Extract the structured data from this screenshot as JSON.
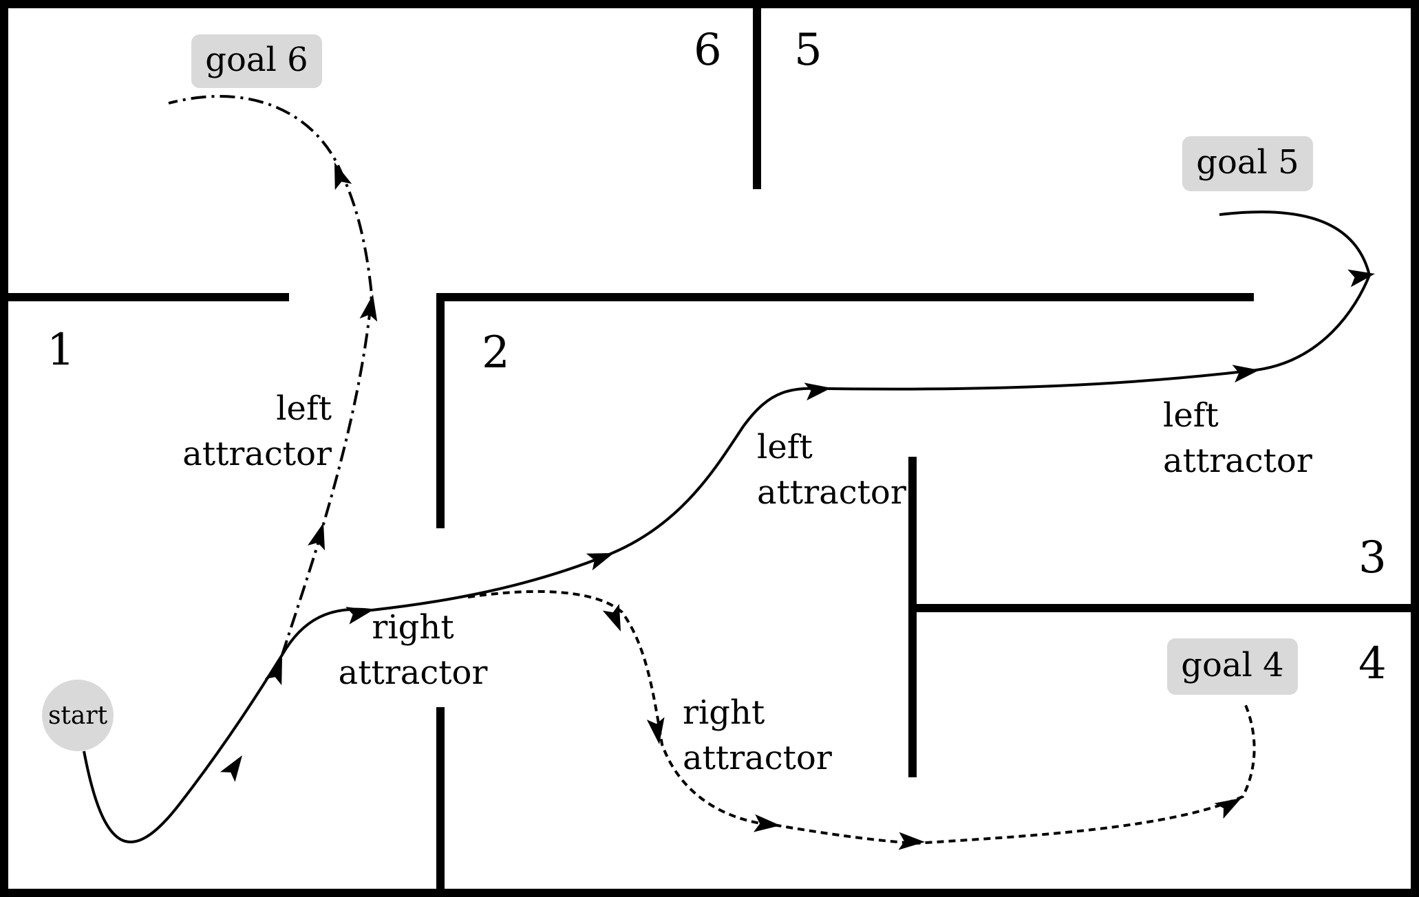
{
  "rooms": [
    "1",
    "2",
    "3",
    "4",
    "5",
    "6"
  ],
  "goals": {
    "g6": "goal 6",
    "g5": "goal 5",
    "g4": "goal 4"
  },
  "start": "start",
  "labels": {
    "left_1_a": "left",
    "left_1_b": "attractor",
    "left_2_a": "left",
    "left_2_b": "attractor",
    "left_3_a": "left",
    "left_3_b": "attractor",
    "right_1_a": "right",
    "right_1_b": "attractor",
    "right_2_a": "right",
    "right_2_b": "attractor"
  },
  "colors": {
    "badge": "#d9d9d9",
    "ink": "#000000",
    "background": "#ffffff"
  }
}
